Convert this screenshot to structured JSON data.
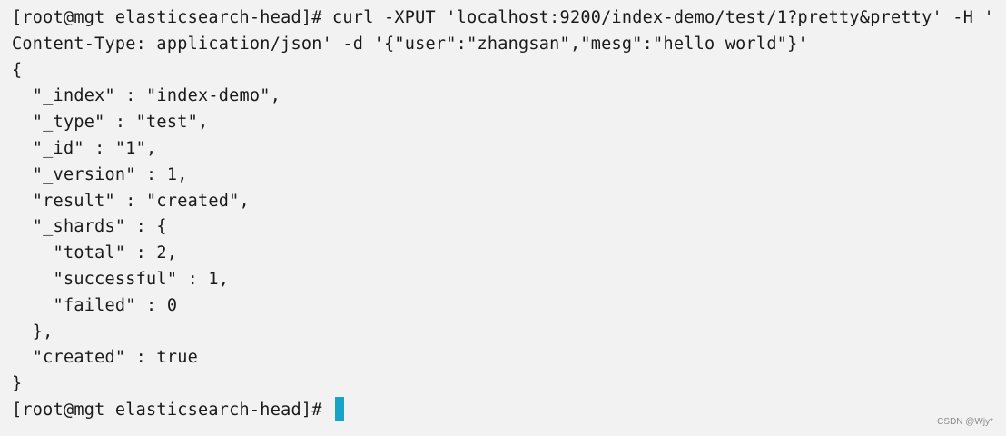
{
  "terminal": {
    "lines": [
      "[root@mgt elasticsearch-head]# curl -XPUT 'localhost:9200/index-demo/test/1?pretty&pretty' -H '",
      "Content-Type: application/json' -d '{\"user\":\"zhangsan\",\"mesg\":\"hello world\"}'",
      "{",
      "  \"_index\" : \"index-demo\",",
      "  \"_type\" : \"test\",",
      "  \"_id\" : \"1\",",
      "  \"_version\" : 1,",
      "  \"result\" : \"created\",",
      "  \"_shards\" : {",
      "    \"total\" : 2,",
      "    \"successful\" : 1,",
      "    \"failed\" : 0",
      "  },",
      "  \"created\" : true",
      "}"
    ],
    "prompt": "[root@mgt elasticsearch-head]# ",
    "cursor_color": "#1aa3c8",
    "background": "#f2f2f2"
  },
  "watermark": "CSDN @Wjy*"
}
